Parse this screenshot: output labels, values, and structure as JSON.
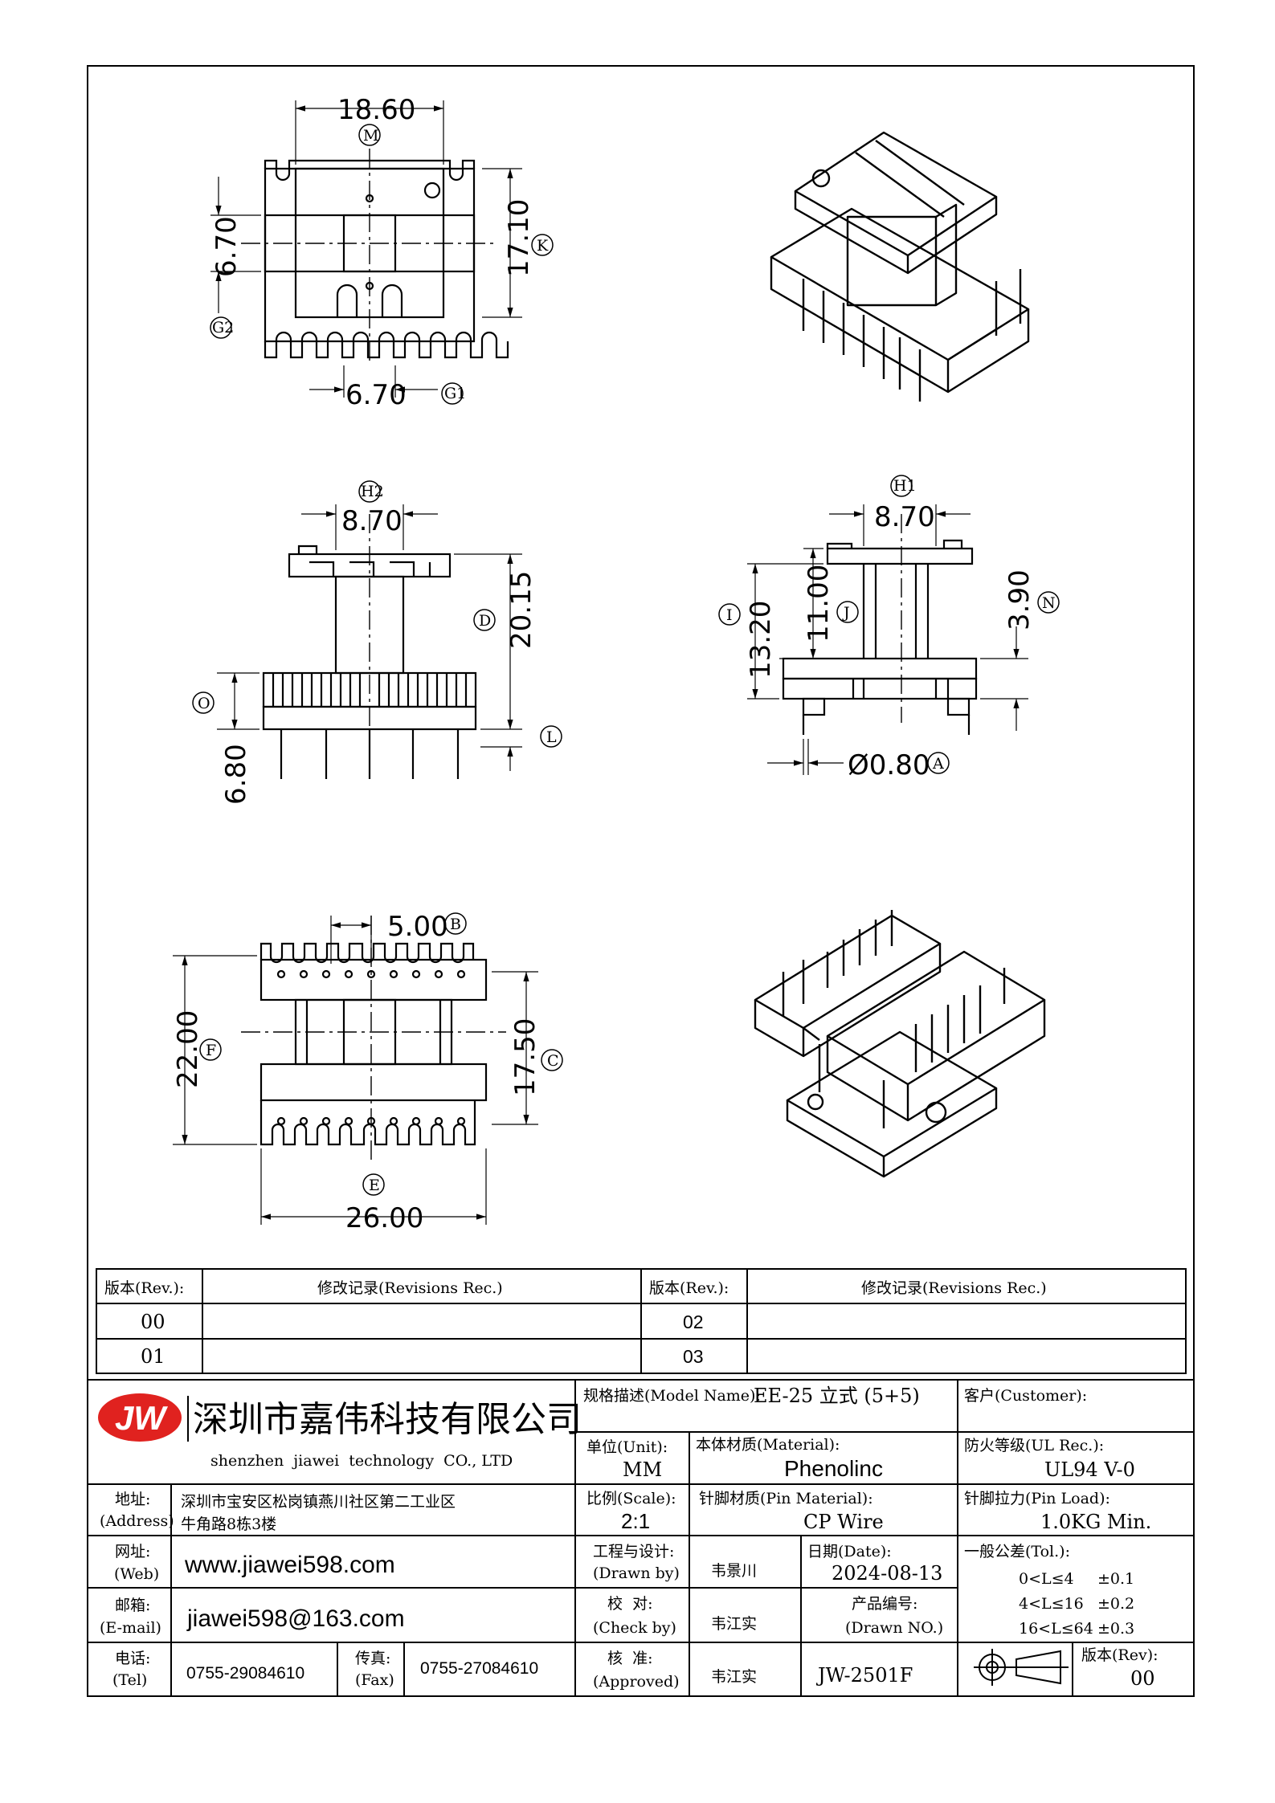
{
  "drawing": {
    "top_view": {
      "width": "18.60",
      "width_tag": "M",
      "window": "6.70",
      "window_tag": "G2",
      "height": "17.10",
      "height_tag": "K",
      "slot": "6.70",
      "slot_tag": "G1"
    },
    "front_view": {
      "flange": "8.70",
      "flange_tag": "H2",
      "height": "20.15",
      "height_tag": "D",
      "base_tag": "O",
      "base": "6.80",
      "pin_tag": "L"
    },
    "side_view": {
      "flange": "8.70",
      "flange_tag": "H1",
      "total": "13.20",
      "total_tag": "I",
      "inner": "11.00",
      "inner_tag": "J",
      "base": "3.90",
      "base_tag": "N",
      "pin": "Ø0.80",
      "pin_tag": "A"
    },
    "bottom_view": {
      "pitch": "5.00",
      "pitch_tag": "B",
      "length": "22.00",
      "length_tag": "F",
      "inner": "17.50",
      "inner_tag": "C",
      "width_tag": "E",
      "width": "26.00"
    }
  },
  "revisions": {
    "header": {
      "rev": "版本(Rev.):",
      "rec": "修改记录(Revisions Rec.)"
    },
    "left": [
      "00",
      "01"
    ],
    "right": [
      "02",
      "03"
    ]
  },
  "titleblock": {
    "logo": "JW",
    "company_cn": "深圳市嘉伟科技有限公司",
    "company_en": "shenzhen  jiawei  technology  CO., LTD",
    "address_label": "地址:",
    "address_label_en": "(Address)",
    "address_1": "深圳市宝安区松岗镇燕川社区第二工业区",
    "address_2": "牛角路8栋3楼",
    "web_label": "网址:",
    "web_label_en": "(Web)",
    "web": "www.jiawei598.com",
    "email_label": "邮箱:",
    "email_label_en": "(E-mail)",
    "email": "jiawei598@163.com",
    "tel_label": "电话:",
    "tel_label_en": "(Tel)",
    "tel": "0755-29084610",
    "fax_label": "传真:",
    "fax_label_en": "(Fax)",
    "fax": "0755-27084610",
    "model_label": "规格描述(Model Name):",
    "model": "EE-25 立式 (5+5)",
    "customer_label": "客户(Customer):",
    "unit_label": "单位(Unit):",
    "unit": "MM",
    "material_label": "本体材质(Material):",
    "material": "Phenolinc",
    "ul_label": "防火等级(UL Rec.):",
    "ul": "UL94 V-0",
    "scale_label": "比例(Scale):",
    "scale": "2:1",
    "pin_material_label": "针脚材质(Pin Material):",
    "pin_material": "CP Wire",
    "pin_load_label": "针脚拉力(Pin Load):",
    "pin_load": "1.0KG Min.",
    "drawn_label": "工程与设计:",
    "drawn_label_en": "(Drawn by)",
    "drawn_by": "韦景川",
    "date_label": "日期(Date):",
    "date": "2024-08-13",
    "tol_label": "一般公差(Tol.):",
    "tol": [
      [
        "0<L≤4",
        "±0.1"
      ],
      [
        "4<L≤16",
        "±0.2"
      ],
      [
        "16<L≤64",
        "±0.3"
      ]
    ],
    "check_label": "校  对:",
    "check_label_en": "(Check by)",
    "check_by": "韦江实",
    "drawing_no_label": "产品编号:",
    "drawing_no_label_en": "(Drawn NO.)",
    "approved_label": "核  准:",
    "approved_label_en": "(Approved)",
    "approved_by": "韦江实",
    "drawing_no": "JW-2501F",
    "rev_label": "版本(Rev):",
    "rev": "00"
  }
}
